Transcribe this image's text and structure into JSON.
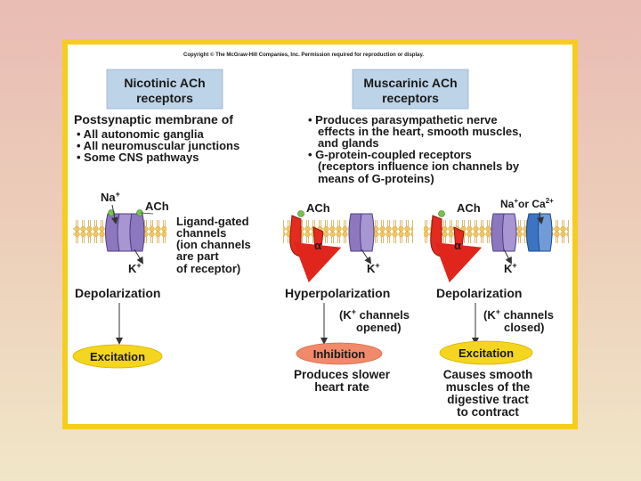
{
  "copyright": "Copyright © The McGraw-Hill Companies, Inc. Permission required for reproduction or display.",
  "nicotinic": {
    "title_line1": "Nicotinic ACh",
    "title_line2": "receptors",
    "intro": "Postsynaptic membrane of",
    "bullets": [
      "• All autonomic ganglia",
      "• All neuromuscular junctions",
      "• Some CNS pathways"
    ],
    "na_label": "Na",
    "k_label": "K",
    "ach_label": "ACh",
    "channel_note": [
      "Ligand-gated",
      "channels",
      "(ion channels",
      "are part",
      "of receptor)"
    ],
    "result": "Depolarization",
    "outcome": "Excitation"
  },
  "muscarinic": {
    "title_line1": "Muscarinic ACh",
    "title_line2": "receptors",
    "bullets": [
      "• Produces parasympathetic nerve",
      "effects in the heart, smooth muscles,",
      "and glands",
      "• G-protein-coupled receptors",
      "(receptors influence ion channels by",
      "means of G-proteins)"
    ],
    "left": {
      "ach_label": "ACh",
      "alpha_label": "α",
      "k_label": "K",
      "result": "Hyperpolarization",
      "note": [
        "(K",
        " channels",
        "opened)"
      ],
      "outcome": "Inhibition",
      "effect": [
        "Produces slower",
        "heart rate"
      ]
    },
    "right": {
      "ach_label": "ACh",
      "alpha_label": "α",
      "k_label": "K",
      "na_ca_label": "Na",
      "na_ca_or": "or Ca",
      "ca_sup": "2+",
      "result": "Depolarization",
      "note": [
        "(K",
        " channels",
        "closed)"
      ],
      "outcome": "Excitation",
      "effect": [
        "Causes smooth",
        "muscles of the",
        "digestive tract",
        "to contract"
      ]
    }
  },
  "plus_sign": "+",
  "colors": {
    "frame": "#f6cd1f",
    "title_box": "#bcd3e8",
    "excitation": "#f4d51f",
    "inhibition": "#f08a6a",
    "channel": "#8d78c0",
    "receptor": "#e52a1e",
    "membrane": "#f1c36d"
  }
}
